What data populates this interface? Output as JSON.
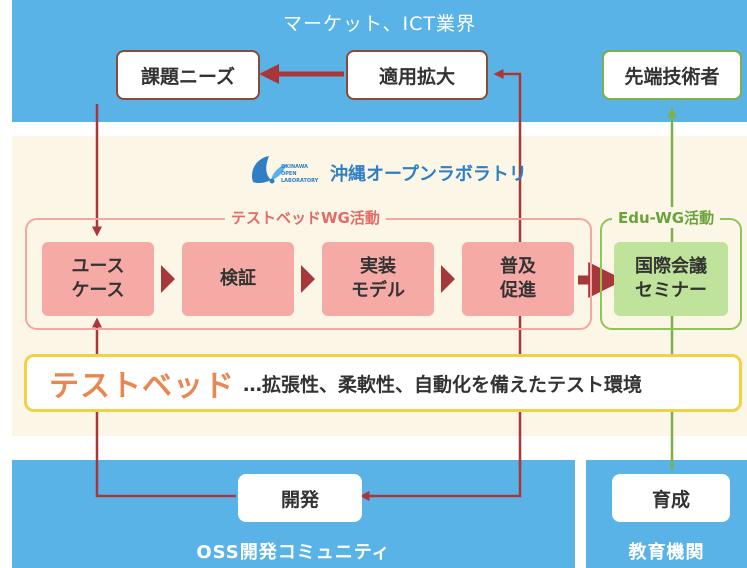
{
  "top_band": {
    "title": "マーケット、ICT業界"
  },
  "top_boxes": {
    "needs": "課題ニーズ",
    "expand": "適用拡大",
    "advanced": "先端技術者"
  },
  "lab": {
    "name": "沖縄オープンラボラトリ",
    "logo_lines": [
      "OKINAWA",
      "OPEN",
      "LABORATORY"
    ]
  },
  "testbed_wg": {
    "label": "テストベッドWG活動",
    "steps": [
      {
        "line1": "ユース",
        "line2": "ケース"
      },
      {
        "line1": "検証",
        "line2": ""
      },
      {
        "line1": "実装",
        "line2": "モデル"
      },
      {
        "line1": "普及",
        "line2": "促進"
      }
    ]
  },
  "edu_wg": {
    "label": "Edu-WG活動",
    "box": {
      "line1": "国際会議",
      "line2": "セミナー"
    }
  },
  "testbed": {
    "title": "テストベッド",
    "description": "…拡張性、柔軟性、自動化を備えたテスト環境"
  },
  "bottom": {
    "dev": "開発",
    "oss_label": "OSS開発コミュニティ",
    "training": "育成",
    "edu_label": "教育機関"
  },
  "colors": {
    "band_blue": "#5ab3e6",
    "arrow_dark_red": "#a8373a",
    "arrow_green": "#7db04a",
    "pink": "#f5aaa5",
    "light_green": "#bfe39a",
    "cream": "#fbf6e6",
    "testbed_orange": "#e8874f",
    "testbed_border": "#f2d245"
  }
}
